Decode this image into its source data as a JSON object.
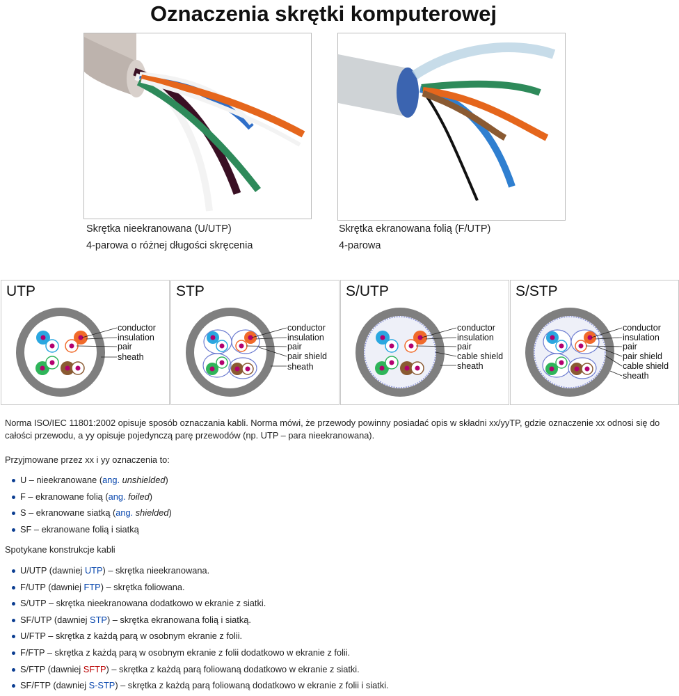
{
  "title": "Oznaczenia skrętki komputerowej",
  "photos": [
    {
      "caption_line1": "Skrętka nieekranowana (U/UTP)",
      "caption_line2": "4-parowa o różnej długości skręcenia"
    },
    {
      "caption_line1": "Skrętka ekranowana folią (F/UTP)",
      "caption_line2": "4-parowa"
    }
  ],
  "diagrams": [
    {
      "title": "UTP",
      "labels": [
        "conductor",
        "insulation",
        "pair",
        "sheath"
      ]
    },
    {
      "title": "STP",
      "labels": [
        "conductor",
        "insulation",
        "pair",
        "pair shield",
        "sheath"
      ]
    },
    {
      "title": "S/UTP",
      "labels": [
        "conductor",
        "insulation",
        "pair",
        "cable shield",
        "sheath"
      ]
    },
    {
      "title": "S/STP",
      "labels": [
        "conductor",
        "insulation",
        "pair",
        "pair shield",
        "cable shield",
        "sheath"
      ]
    }
  ],
  "colors": {
    "sheath": "#7f7f7f",
    "blue": "#2aa7e0",
    "orange": "#f06a2a",
    "green": "#2fb55a",
    "brown": "#8a5a32",
    "conductor": "#b3006e",
    "link": "#0645ad",
    "link_red": "#ba0000",
    "bullet": "#0b3d91"
  },
  "para1": "Norma ISO/IEC 11801:2002 opisuje sposób oznaczania kabli. Norma mówi, że przewody powinny posiadać opis w składni xx/yyTP, gdzie oznaczenie xx odnosi się do całości przewodu, a yy opisuje pojedynczą parę przewodów (np. UTP – para nieekranowana).",
  "para2": "Przyjmowane przez xx i yy oznaczenia to:",
  "list1": [
    {
      "pre": "U – nieekranowane (",
      "link": "ang.",
      "it": "unshielded",
      "post": ")"
    },
    {
      "pre": "F – ekranowane folią (",
      "link": "ang.",
      "it": "foiled",
      "post": ")"
    },
    {
      "pre": "S – ekranowane siatką (",
      "link": "ang.",
      "it": "shielded",
      "post": ")"
    },
    {
      "pre": "SF – ekranowane folią i siatką",
      "link": "",
      "it": "",
      "post": ""
    }
  ],
  "para3": "Spotykane konstrukcje kabli",
  "list2": [
    {
      "pre": "U/UTP (dawniej ",
      "link": "UTP",
      "post": ") – skrętka nieekranowana.",
      "red": false
    },
    {
      "pre": "F/UTP (dawniej ",
      "link": "FTP",
      "post": ") – skrętka foliowana.",
      "red": false
    },
    {
      "pre": "S/UTP – skrętka nieekranowana dodatkowo w ekranie z siatki.",
      "link": "",
      "post": "",
      "red": false
    },
    {
      "pre": "SF/UTP (dawniej ",
      "link": "STP",
      "post": ") – skrętka ekranowana folią i siatką.",
      "red": false
    },
    {
      "pre": "U/FTP – skrętka z każdą parą w osobnym ekranie z folii.",
      "link": "",
      "post": "",
      "red": false
    },
    {
      "pre": "F/FTP – skrętka z każdą parą w osobnym ekranie z folii dodatkowo w ekranie z folii.",
      "link": "",
      "post": "",
      "red": false
    },
    {
      "pre": "S/FTP (dawniej ",
      "link": "SFTP",
      "post": ") – skrętka z każdą parą foliowaną dodatkowo w ekranie z siatki.",
      "red": true
    },
    {
      "pre": "SF/FTP (dawniej ",
      "link": "S-STP",
      "post": ") – skrętka z każdą parą foliowaną dodatkowo w ekranie z folii i siatki.",
      "red": false
    }
  ]
}
